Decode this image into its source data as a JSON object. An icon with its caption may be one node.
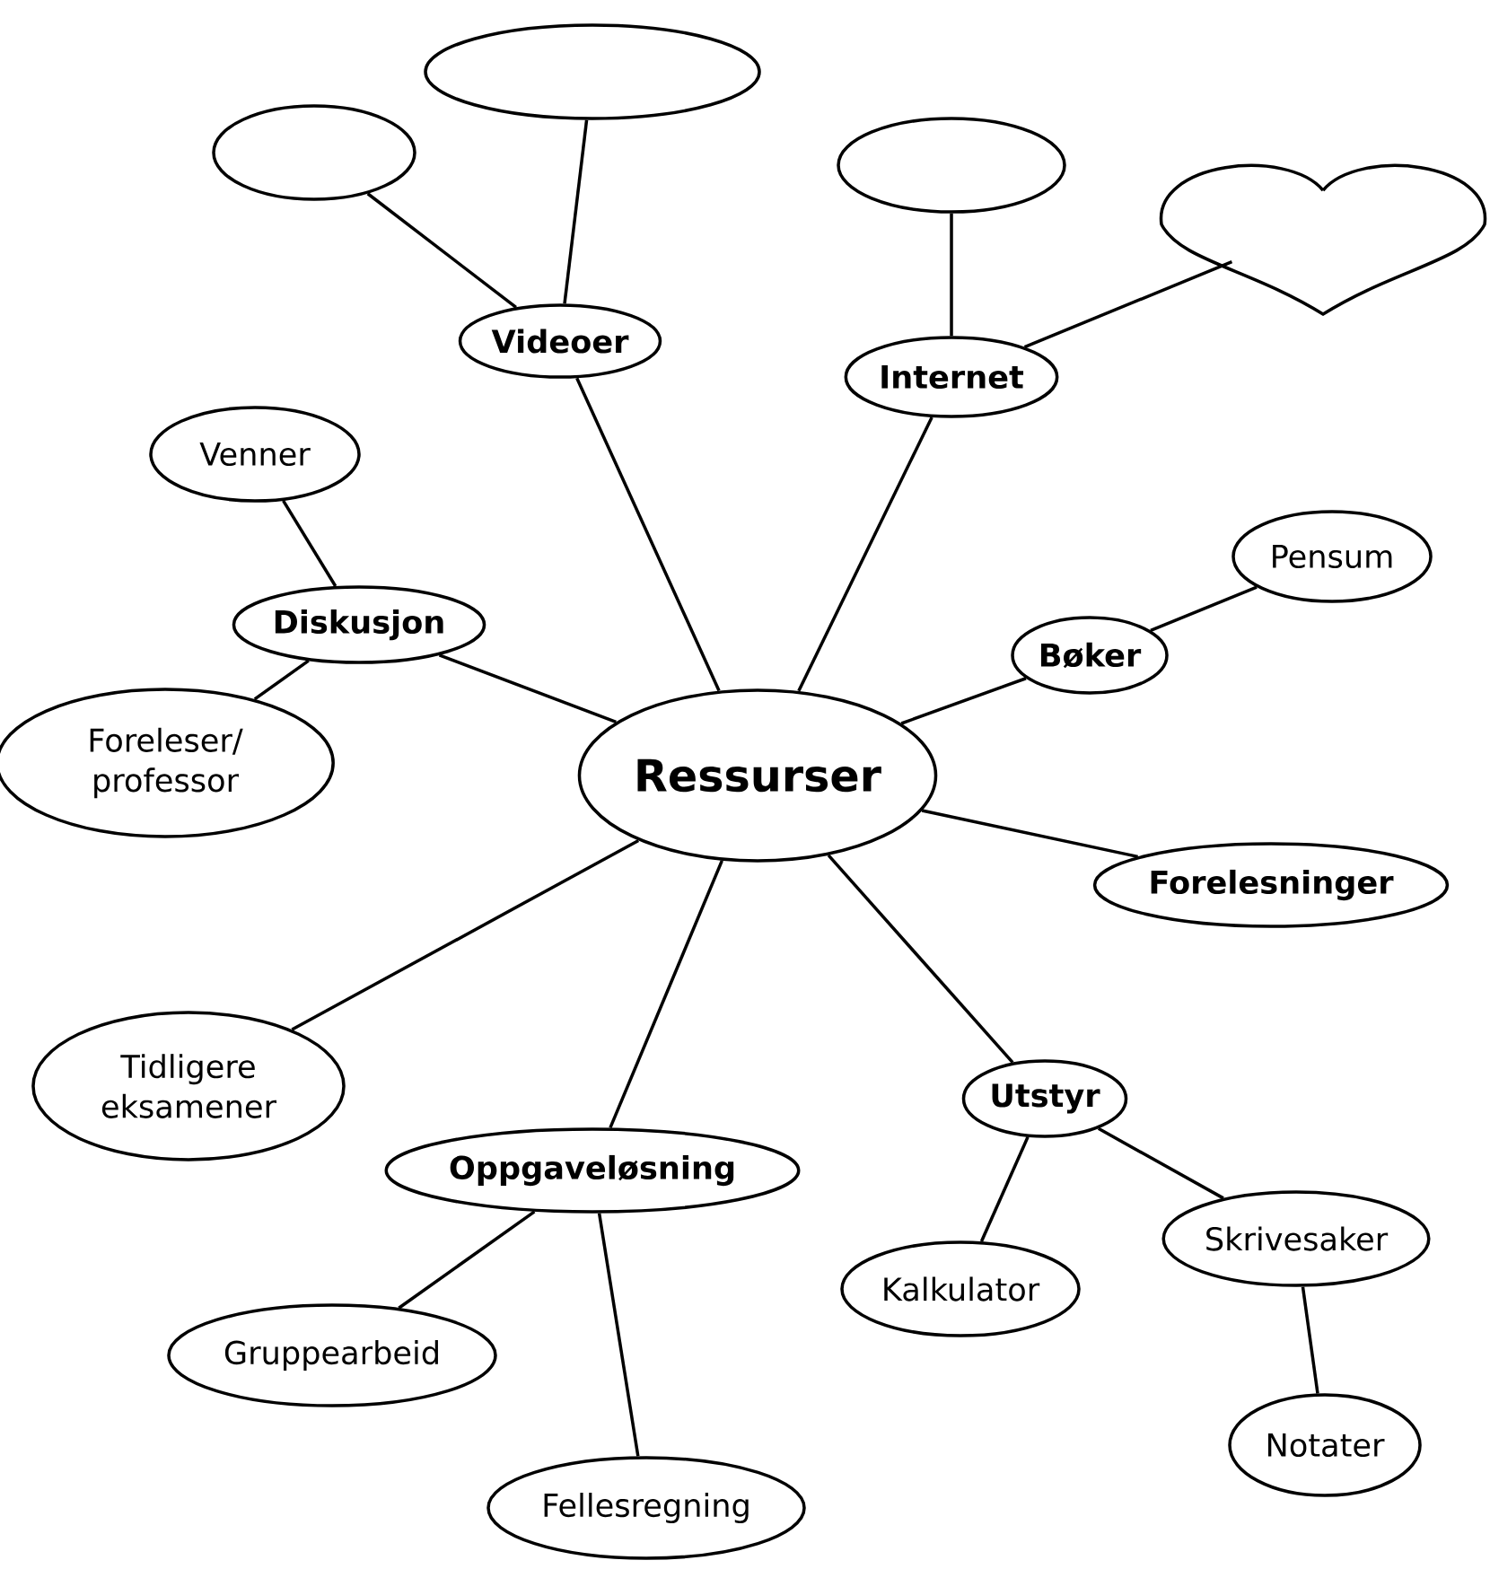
{
  "diagram": {
    "nodes": [
      {
        "text": [
          "Ressurser"
        ]
      },
      {
        "text": [
          "Videoer"
        ]
      },
      {
        "text": [],
        "shape": "ellipse"
      },
      {
        "text": [],
        "shape": "ellipse"
      },
      {
        "text": [
          "Internet"
        ]
      },
      {
        "text": [],
        "shape": "ellipse"
      },
      {
        "text": [],
        "shape": "heart"
      },
      {
        "text": [
          "Diskusjon"
        ]
      },
      {
        "text": [
          "Venner"
        ]
      },
      {
        "text": [
          "Foreleser/ professor"
        ]
      },
      {
        "text": [
          "Bøker"
        ]
      },
      {
        "text": [
          "Pensum"
        ]
      },
      {
        "text": [
          "Forelesninger"
        ]
      },
      {
        "text": [
          "Tidligere eksamener"
        ]
      },
      {
        "text": [
          "Oppgaveløsning"
        ]
      },
      {
        "text": [
          "Gruppearbeid"
        ]
      },
      {
        "text": [
          "Fellesregning"
        ]
      },
      {
        "text": [
          "Utstyr"
        ]
      },
      {
        "text": [
          "Kalkulator"
        ]
      },
      {
        "text": [
          "Skrivesaker"
        ]
      },
      {
        "text": [
          "Notater"
        ]
      }
    ],
    "edges": [
      {
        "from": 0,
        "to": 1,
        "arrow": "none"
      },
      {
        "from": 1,
        "to": 2,
        "arrow": "none"
      },
      {
        "from": 1,
        "to": 3,
        "arrow": "none"
      },
      {
        "from": 0,
        "to": 4,
        "arrow": "none"
      },
      {
        "from": 4,
        "to": 5,
        "arrow": "none"
      },
      {
        "from": 4,
        "to": 6,
        "arrow": "none"
      },
      {
        "from": 0,
        "to": 7,
        "arrow": "none"
      },
      {
        "from": 7,
        "to": 8,
        "arrow": "none"
      },
      {
        "from": 7,
        "to": 9,
        "arrow": "none"
      },
      {
        "from": 0,
        "to": 10,
        "arrow": "none"
      },
      {
        "from": 10,
        "to": 11,
        "arrow": "none"
      },
      {
        "from": 0,
        "to": 12,
        "arrow": "none"
      },
      {
        "from": 0,
        "to": 13,
        "arrow": "none"
      },
      {
        "from": 0,
        "to": 14,
        "arrow": "none"
      },
      {
        "from": 14,
        "to": 15,
        "arrow": "none"
      },
      {
        "from": 14,
        "to": 16,
        "arrow": "none"
      },
      {
        "from": 0,
        "to": 17,
        "arrow": "none"
      },
      {
        "from": 17,
        "to": 18,
        "arrow": "none"
      },
      {
        "from": 17,
        "to": 19,
        "arrow": "none"
      },
      {
        "from": 19,
        "to": 20,
        "arrow": "none"
      }
    ]
  }
}
